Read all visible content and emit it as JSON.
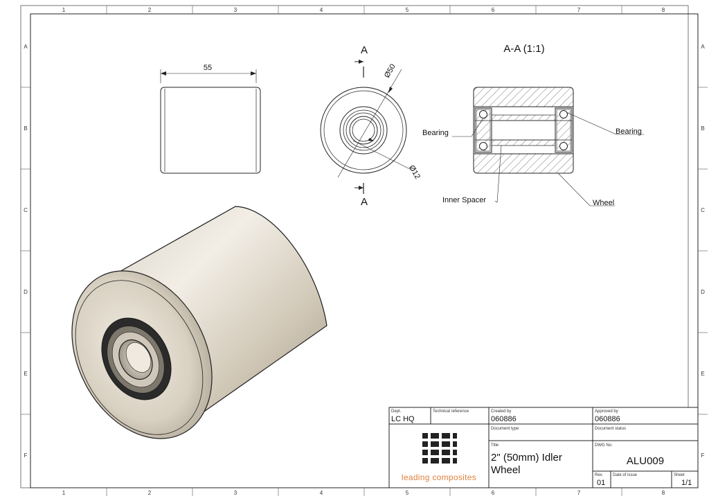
{
  "zones": {
    "columns": [
      "1",
      "2",
      "3",
      "4",
      "5",
      "6",
      "7",
      "8"
    ],
    "rows": [
      "A",
      "B",
      "C",
      "D",
      "E",
      "F"
    ]
  },
  "side_view": {
    "length_dim": "55"
  },
  "front_view": {
    "section_letter_top": "A",
    "section_letter_bottom": "A",
    "outer_diameter": "Ø50",
    "bore_diameter": "Ø12"
  },
  "section_view": {
    "title": "A-A (1:1)",
    "labels": {
      "bearing_left": "Bearing",
      "bearing_right": "Bearing",
      "inner_spacer": "Inner Spacer",
      "wheel": "Wheel"
    }
  },
  "title_block": {
    "dept_label": "Dept.",
    "dept_value": "LC HQ",
    "tech_ref_label": "Technical reference",
    "tech_ref_value": "",
    "created_by_label": "Created by",
    "created_by_value": "060886",
    "approved_by_label": "Approved by",
    "approved_by_value": "060886",
    "doc_type_label": "Document type",
    "doc_type_value": "",
    "doc_status_label": "Document status",
    "doc_status_value": "",
    "title_label": "Title",
    "title_line1": "2\" (50mm) Idler",
    "title_line2": "Wheel",
    "dwg_no_label": "DWG No.",
    "dwg_no_value": "ALU009",
    "rev_label": "Rev.",
    "rev_value": "01",
    "date_label": "Date of issue",
    "date_value": "",
    "sheet_label": "Sheet",
    "sheet_value": "1/1",
    "company": "leading composites"
  },
  "colors": {
    "line": "#222222",
    "wheel_light": "#e8e2d6",
    "wheel_mid": "#c9c0af",
    "wheel_dark": "#8f8778",
    "bearing_dark": "#2b2b2b",
    "brand": "#e0803c"
  }
}
